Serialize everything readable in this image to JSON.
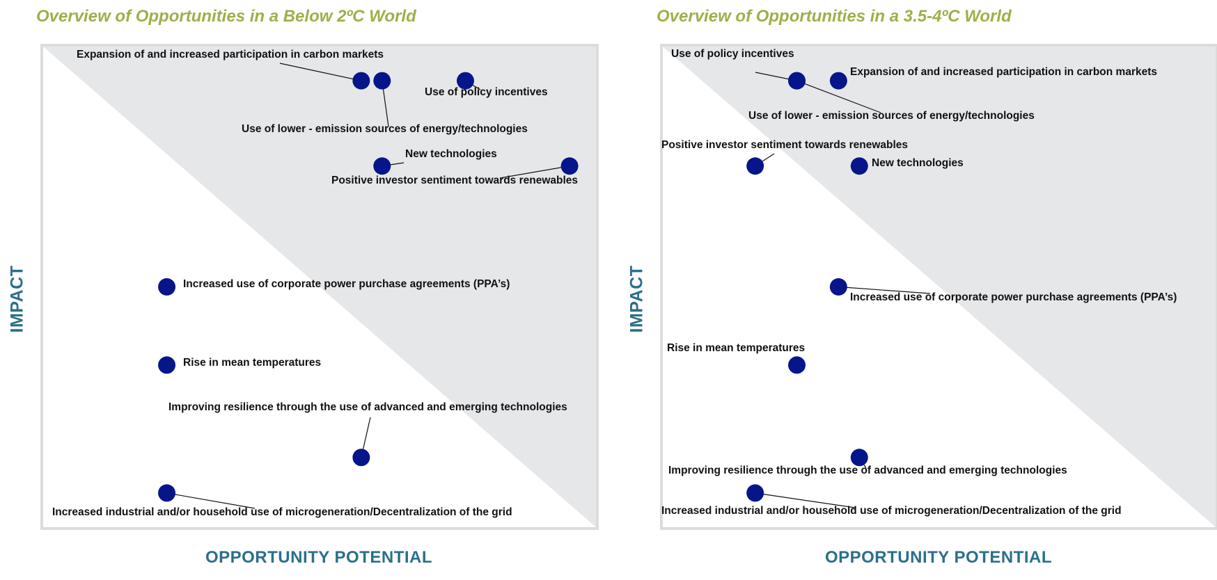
{
  "colors": {
    "title": "#9cb04a",
    "axis": "#2b6f8c",
    "marker": "#06168a",
    "shade": "#e6e7e9",
    "frame": "#dcdcdc"
  },
  "chart_data": [
    {
      "type": "scatter",
      "title": "Overview of Opportunities in a Below 2ºC World",
      "xlabel": "OPPORTUNITY POTENTIAL",
      "ylabel": "IMPACT",
      "xlim": [
        0,
        8
      ],
      "ylim": [
        0,
        6.8
      ],
      "shading": "upper-right triangle above diagonal",
      "points": [
        {
          "label": "Expansion of and increased participation in carbon markets",
          "x": 4.6,
          "y": 6.3
        },
        {
          "label": "Use of lower - emission sources of energy/technologies",
          "x": 4.9,
          "y": 6.3
        },
        {
          "label": "Use of policy incentives",
          "x": 6.1,
          "y": 6.3
        },
        {
          "label": "New technologies",
          "x": 4.9,
          "y": 5.1
        },
        {
          "label": "Positive investor sentiment towards renewables",
          "x": 7.6,
          "y": 5.1
        },
        {
          "label": "Increased use of corporate power purchase agreements (PPA’s)",
          "x": 1.8,
          "y": 3.4
        },
        {
          "label": "Rise in mean temperatures",
          "x": 1.8,
          "y": 2.3
        },
        {
          "label": "Improving resilience through the use of advanced and emerging technologies",
          "x": 4.6,
          "y": 1.0
        },
        {
          "label": "Increased industrial and/or household use of microgeneration/Decentralization of the grid",
          "x": 1.8,
          "y": 0.5
        }
      ]
    },
    {
      "type": "scatter",
      "title": "Overview of Opportunities in a 3.5-4ºC World",
      "xlabel": "OPPORTUNITY POTENTIAL",
      "ylabel": "IMPACT",
      "xlim": [
        0,
        8
      ],
      "ylim": [
        0,
        6.8
      ],
      "shading": "upper-right triangle above diagonal",
      "points": [
        {
          "label": "Use of policy incentives",
          "x": 1.95,
          "y": 6.3
        },
        {
          "label": "Expansion of and increased participation in carbon markets",
          "x": 2.55,
          "y": 6.3
        },
        {
          "label": "Use of lower - emission sources of energy/technologies",
          "x": 1.95,
          "y": 6.3
        },
        {
          "label": "Positive investor sentiment towards renewables",
          "x": 1.35,
          "y": 5.1
        },
        {
          "label": "New technologies",
          "x": 2.85,
          "y": 5.1
        },
        {
          "label": "Increased use of corporate power purchase agreements (PPA’s)",
          "x": 2.55,
          "y": 3.4
        },
        {
          "label": "Rise in mean temperatures",
          "x": 1.95,
          "y": 2.3
        },
        {
          "label": "Improving resilience through the use of advanced and emerging technologies",
          "x": 2.85,
          "y": 1.0
        },
        {
          "label": "Increased industrial and/or household use of microgeneration/Decentralization of the grid",
          "x": 1.35,
          "y": 0.5
        }
      ]
    }
  ]
}
